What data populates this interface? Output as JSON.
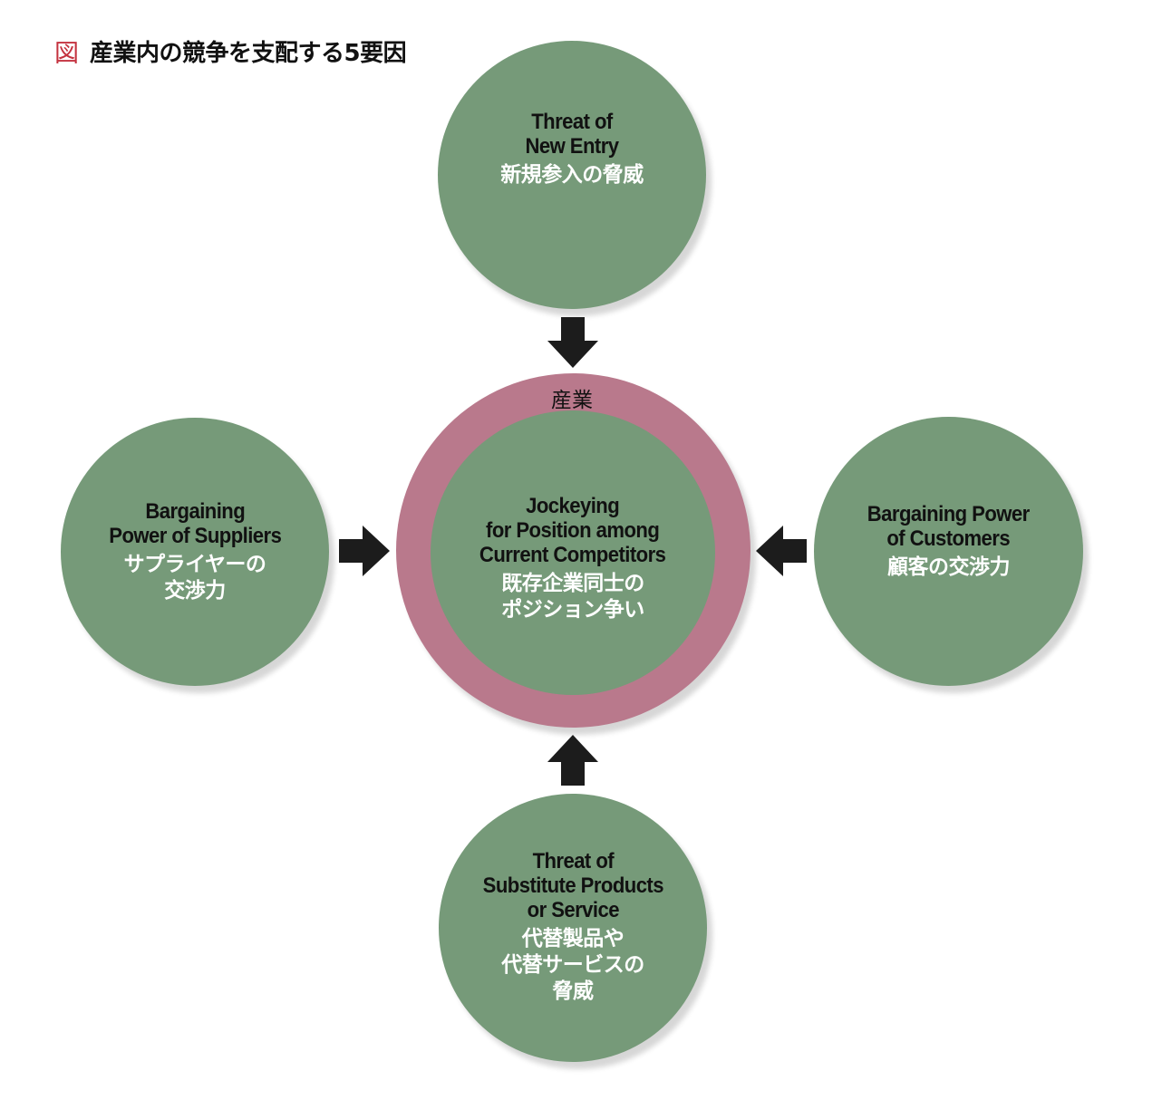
{
  "title": {
    "mark": "図",
    "text": "産業内の競争を支配する5要因"
  },
  "colors": {
    "circle_fill": "#769a79",
    "ring_fill": "#b9798c",
    "arrow_fill": "#1c1c1c",
    "title_mark": "#c4323f"
  },
  "ring_label": "産業",
  "nodes": {
    "top": {
      "en": "Threat of\nNew Entry",
      "ja": "新規参入の脅威"
    },
    "left": {
      "en": "Bargaining\nPower of Suppliers",
      "ja": "サプライヤーの\n交渉力"
    },
    "center": {
      "en": "Jockeying\nfor Position among\nCurrent Competitors",
      "ja": "既存企業同士の\nポジション争い"
    },
    "right": {
      "en": "Bargaining Power\nof Customers",
      "ja": "顧客の交渉力"
    },
    "bottom": {
      "en": "Threat of\nSubstitute Products\nor Service",
      "ja": "代替製品や\n代替サービスの\n脅威"
    }
  }
}
